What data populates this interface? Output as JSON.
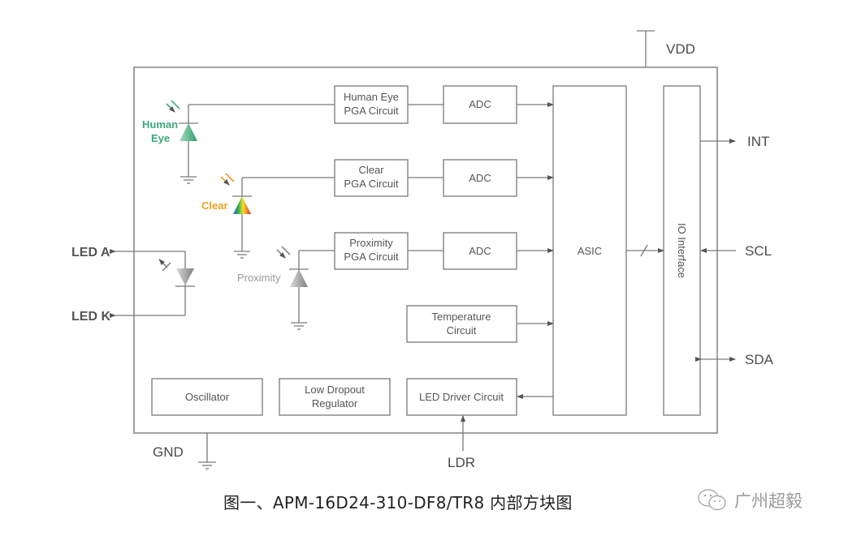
{
  "diagram": {
    "pins": {
      "vdd": "VDD",
      "gnd": "GND",
      "int": "INT",
      "scl": "SCL",
      "sda": "SDA",
      "led_a": "LED A",
      "led_k": "LED K",
      "ldr": "LDR"
    },
    "sensors": {
      "human_eye": {
        "line1": "Human",
        "line2": "Eye",
        "color": "#3aaa7a"
      },
      "clear": {
        "label": "Clear",
        "color": "#f0a020"
      },
      "proximity": {
        "label": "Proximity",
        "color": "#999999"
      }
    },
    "blocks": {
      "human_eye_pga": {
        "line1": "Human Eye",
        "line2": "PGA Circuit"
      },
      "clear_pga": {
        "line1": "Clear",
        "line2": "PGA Circuit"
      },
      "proximity_pga": {
        "line1": "Proximity",
        "line2": "PGA Circuit"
      },
      "adc1": "ADC",
      "adc2": "ADC",
      "adc3": "ADC",
      "temperature": {
        "line1": "Temperature",
        "line2": "Circuit"
      },
      "asic": "ASIC",
      "io_interface": "IO Interface",
      "oscillator": "Oscillator",
      "ldo": {
        "line1": "Low Dropout",
        "line2": "Regulator"
      },
      "led_driver": "LED Driver Circuit"
    }
  },
  "caption": "图一、APM-16D24-310-DF8/TR8 内部方块图",
  "watermark": {
    "icon": "wechat-icon",
    "text": "广州超毅"
  }
}
